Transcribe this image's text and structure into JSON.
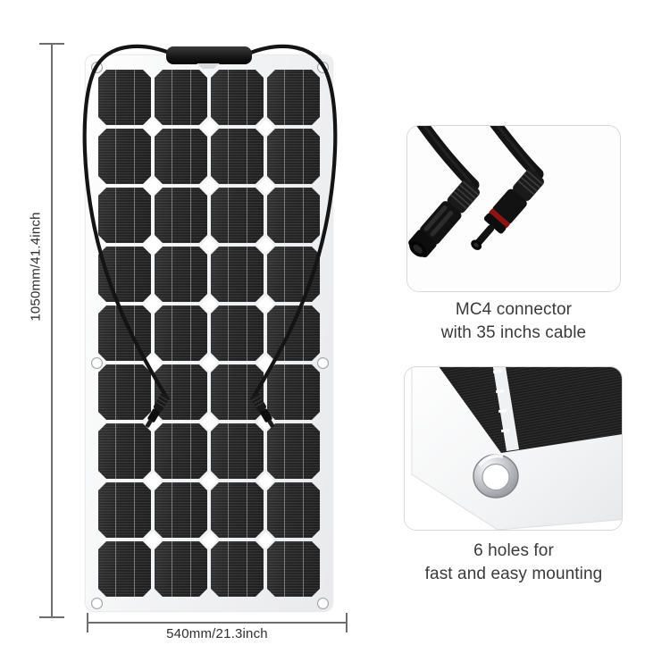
{
  "product": {
    "type": "flexible-monocrystalline-solar-panel",
    "panel": {
      "cell_columns": 4,
      "cell_rows": 9,
      "grommet_count": 6,
      "junction_box": "junction-box",
      "cable_count": 2,
      "connector_type": "MC4"
    }
  },
  "dimensions": {
    "height_label": "1050mm/41.4inch",
    "width_label": "540mm/21.3inch"
  },
  "features": [
    {
      "id": "mc4",
      "image": "mc4-connector-pair-photo",
      "caption_line1": "MC4 connector",
      "caption_line2": "with 35 inchs cable"
    },
    {
      "id": "holes",
      "image": "panel-corner-grommet-photo",
      "caption_line1": "6 holes for",
      "caption_line2": "fast and easy mounting"
    }
  ],
  "colors": {
    "background": "#ffffff",
    "cell_dark": "#262626",
    "laminate_white": "#f2f3f4",
    "dimension_line": "#6e6e6e",
    "card_border": "#d5d7da",
    "text": "#3a3a3a",
    "grommet_metal": "#9fa3a7"
  }
}
